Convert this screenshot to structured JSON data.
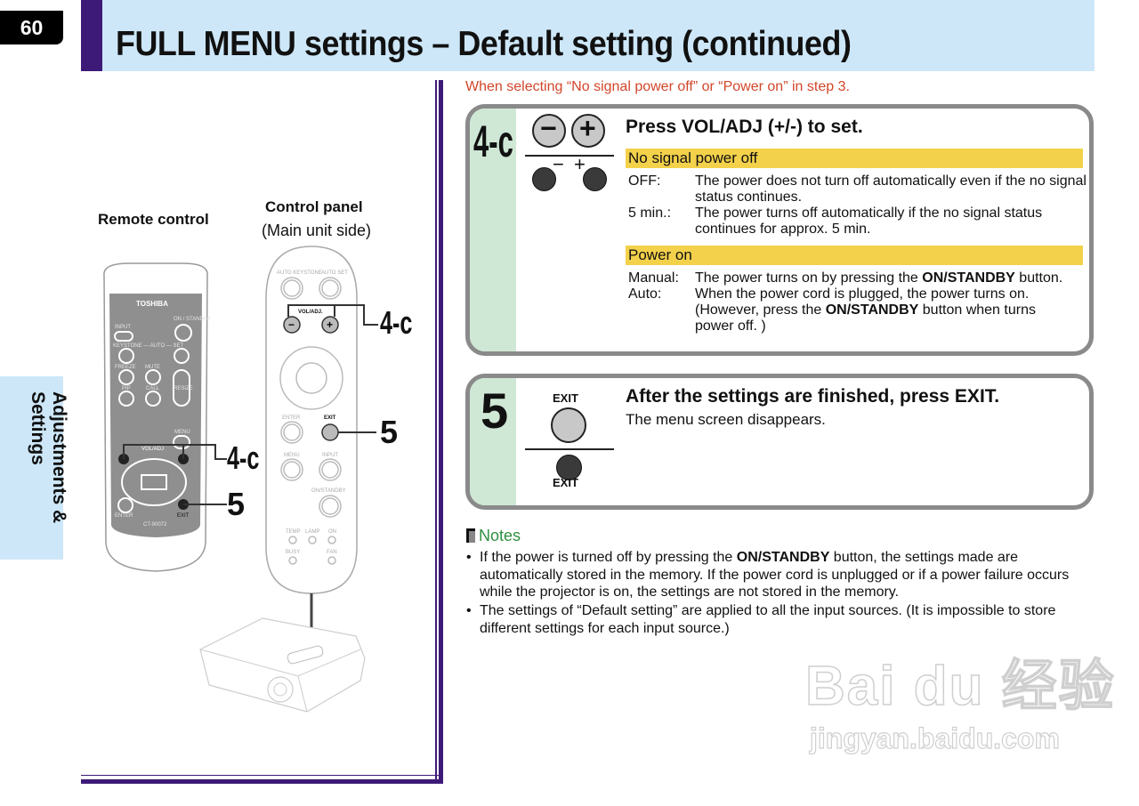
{
  "header": {
    "page_number": "60",
    "title": "FULL MENU settings – Default setting (continued)"
  },
  "side_tab": {
    "label": "Adjustments & Settings"
  },
  "illustration": {
    "remote_label": "Remote control",
    "panel_label": "Control panel",
    "panel_sublabel": "(Main unit side)",
    "remote_buttons": {
      "brand": "TOSHIBA",
      "on_standby": "ON / STANDBY",
      "input": "INPUT",
      "keystone_auto_set": "KEYSTONE — AUTO — SET",
      "freeze": "FREEZE",
      "mute": "MUTE",
      "pip": "PIP",
      "call": "CALL",
      "resize": "RESIZE",
      "menu": "MENU",
      "vol_adj": "VOL/ADJ",
      "enter": "ENTER",
      "exit": "EXIT",
      "model": "CT-90072"
    },
    "panel_buttons": {
      "auto_keystone": "AUTO KEYSTONE",
      "auto_set": "AUTO SET",
      "vol_adj": "VOL/ADJ.",
      "enter": "ENTER",
      "exit": "EXIT",
      "menu": "MENU",
      "input": "INPUT",
      "on_standby": "ON/STANDBY",
      "temp": "TEMP",
      "lamp": "LAMP",
      "on": "ON",
      "busy": "BUSY",
      "fan": "FAN"
    },
    "callouts": {
      "step4c": "4-c",
      "step5": "5"
    }
  },
  "intro": "When selecting “No signal power off” or “Power on”  in step 3.",
  "steps": [
    {
      "number": "4-c",
      "title": "Press VOL/ADJ (+/-) to set.",
      "button_minus": "−",
      "button_plus": "+",
      "sections": [
        {
          "heading": "No signal power off",
          "rows": [
            {
              "key": "OFF:",
              "value": "The power does not turn off automatically even if the no signal status continues."
            },
            {
              "key": "5 min.:",
              "value": "The power turns off automatically if the no signal status continues for approx. 5 min."
            }
          ]
        },
        {
          "heading": "Power on",
          "rows": [
            {
              "key": "Manual:",
              "value_pre": "The power turns on by pressing the ",
              "value_bold": "ON/STANDBY",
              "value_post": " button."
            },
            {
              "key": "Auto:",
              "value_pre": "When the power cord is plugged, the power turns on. (However, press the ",
              "value_bold": "ON/STANDBY",
              "value_post": " button when turns power off. )"
            }
          ]
        }
      ]
    },
    {
      "number": "5",
      "title": "After the settings are finished, press EXIT.",
      "description": "The menu screen disappears.",
      "button_top_label": "EXIT",
      "button_bottom_label": "EXIT"
    }
  ],
  "notes": {
    "heading": "Notes",
    "items": [
      {
        "pre": "If the power is turned off by pressing the ",
        "bold": "ON/STANDBY",
        "post": " button, the settings made are automatically stored in the memory. If the power cord is unplugged or if a power failure occurs while the projector is on, the settings are not stored in the memory."
      },
      {
        "pre": "The settings of “Default setting” are applied to all the input sources. (It is impossible to store different settings for each input source.)",
        "bold": "",
        "post": ""
      }
    ],
    "bullet": "•"
  },
  "watermark": {
    "brand": "Bai du 经验",
    "url": "jingyan.baidu.com"
  }
}
